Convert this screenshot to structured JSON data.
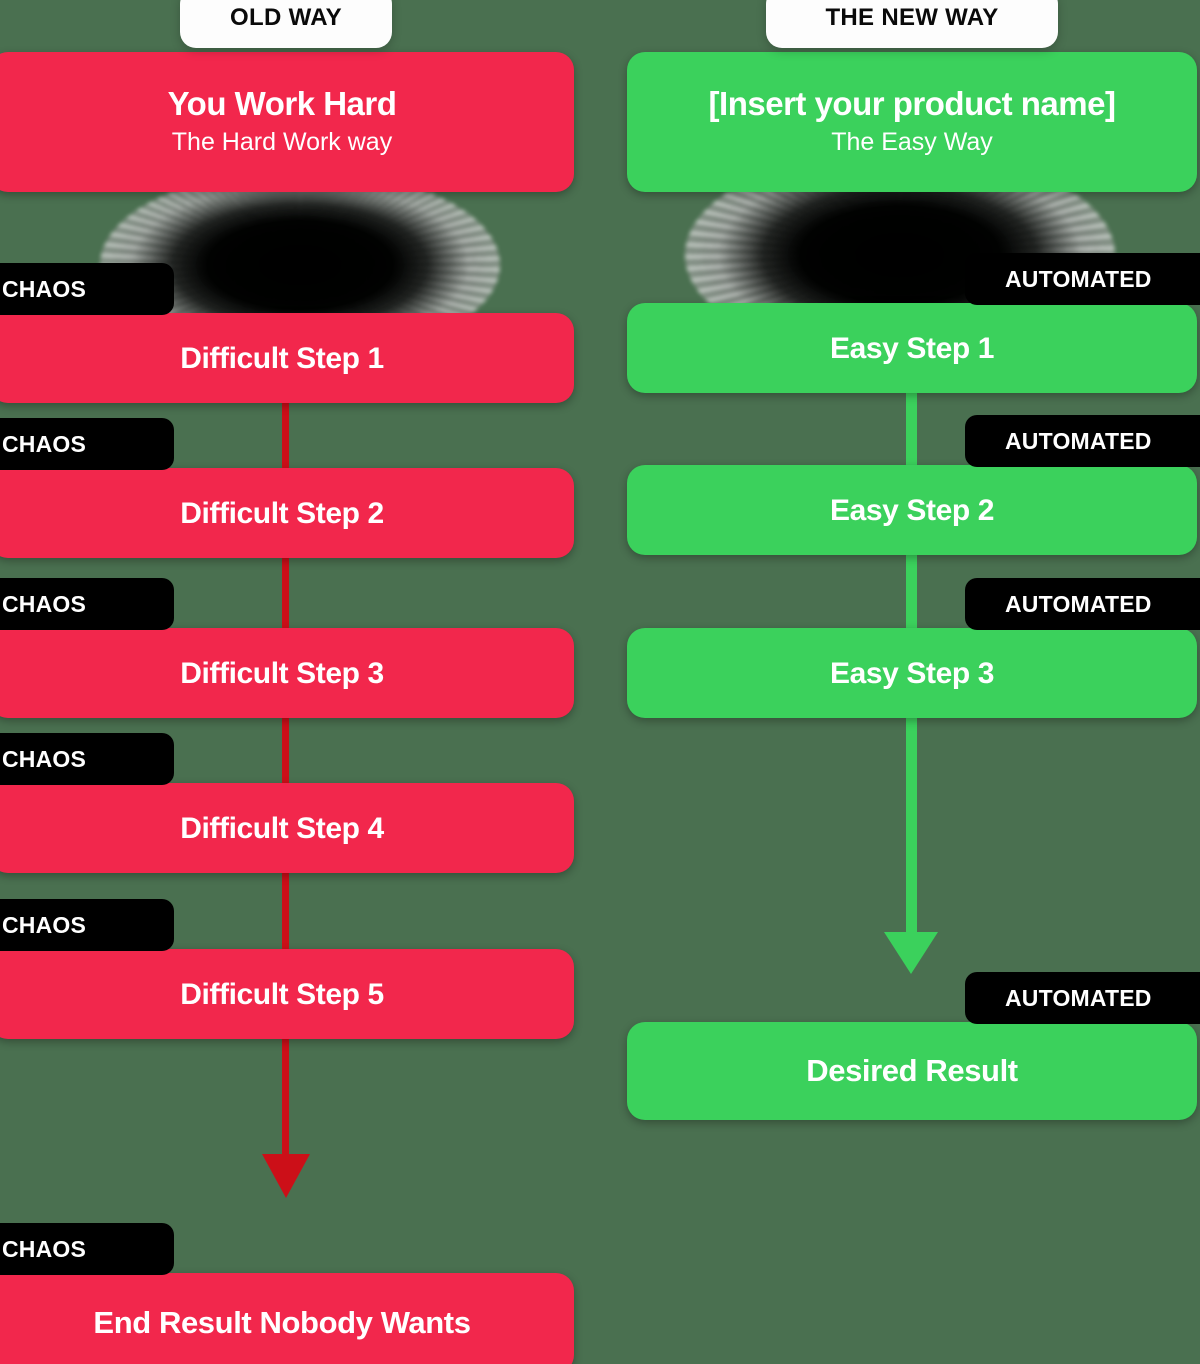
{
  "background_color": "#4a7050",
  "palette": {
    "red": "#f2274c",
    "red_line": "#cc0f18",
    "green": "#3bd15c",
    "badge_black": "#000000",
    "pill_white": "#fdfdfd",
    "text_white": "#ffffff"
  },
  "columns": {
    "left": {
      "pill_label": "OLD WAY",
      "header": {
        "title": "You Work Hard",
        "subtitle": "The Hard Work way"
      },
      "badge_label": "CHAOS",
      "steps": [
        "Difficult Step 1",
        "Difficult Step 2",
        "Difficult Step 3",
        "Difficult Step 4",
        "Difficult Step 5"
      ],
      "result": "End Result Nobody Wants"
    },
    "right": {
      "pill_label": "THE NEW WAY",
      "header": {
        "title": "[Insert your product name]",
        "subtitle": "The Easy Way"
      },
      "badge_label": "AUTOMATED",
      "steps": [
        "Easy Step 1",
        "Easy Step 2",
        "Easy Step 3"
      ],
      "result": "Desired Result"
    }
  }
}
